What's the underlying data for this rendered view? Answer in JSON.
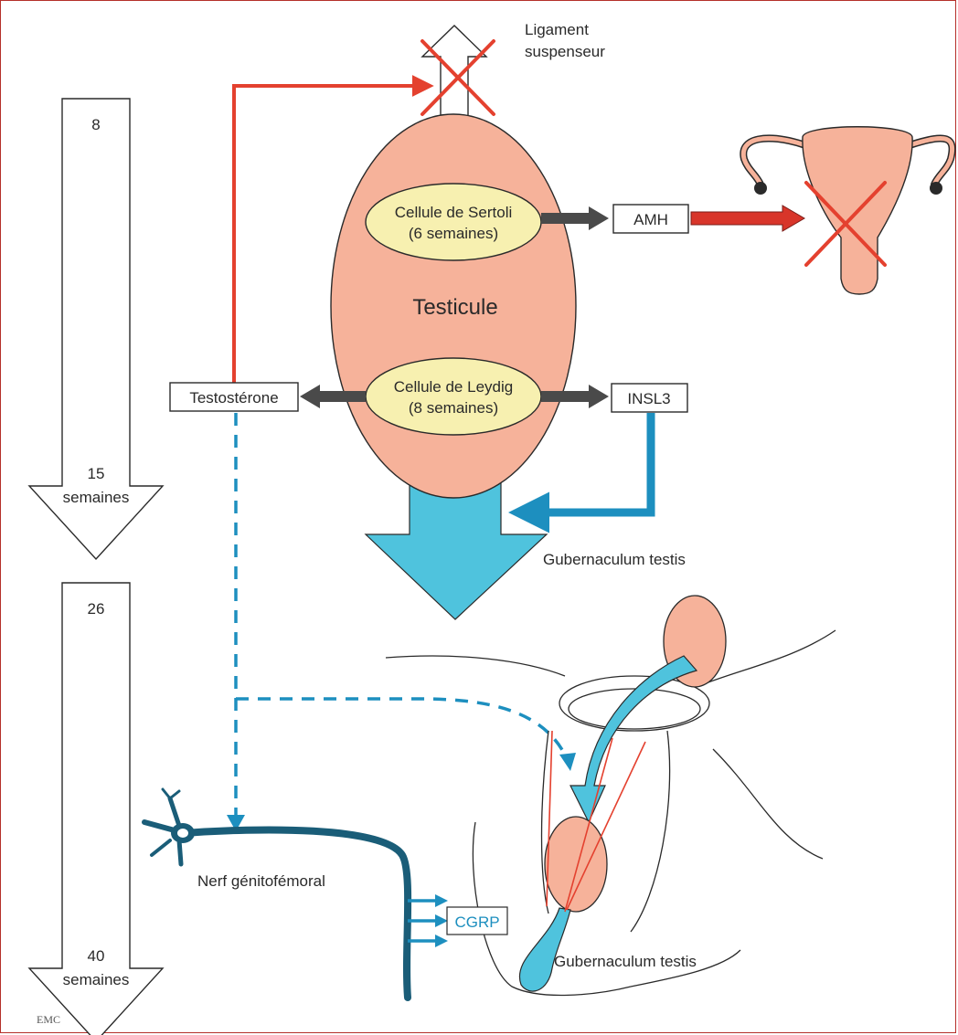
{
  "labels": {
    "ligament_line1": "Ligament",
    "ligament_line2": "suspenseur",
    "testicule": "Testicule",
    "sertoli_line1": "Cellule de Sertoli",
    "sertoli_line2": "(6 semaines)",
    "leydig_line1": "Cellule de Leydig",
    "leydig_line2": "(8 semaines)",
    "amh": "AMH",
    "insl3": "INSL3",
    "testosterone": "Testostérone",
    "gubernaculum_top": "Gubernaculum testis",
    "gubernaculum_bottom": "Gubernaculum testis",
    "nerf": "Nerf génitofémoral",
    "cgrp": "CGRP",
    "emc_logo": "EMC"
  },
  "timeline": {
    "upper_start": "8",
    "upper_end_line1": "15",
    "upper_end_line2": "semaines",
    "lower_start": "26",
    "lower_end_line1": "40",
    "lower_end_line2": "semaines"
  },
  "colors": {
    "frame": "#b5302a",
    "red_arrow": "#e4412f",
    "blue": "#1d8fbf",
    "cyan_fill": "#4fc3dd",
    "testis_fill": "#f6b29a",
    "cell_fill": "#f7f0b0",
    "dark_arrow": "#4a4a4a",
    "nerve": "#1a5d78"
  }
}
